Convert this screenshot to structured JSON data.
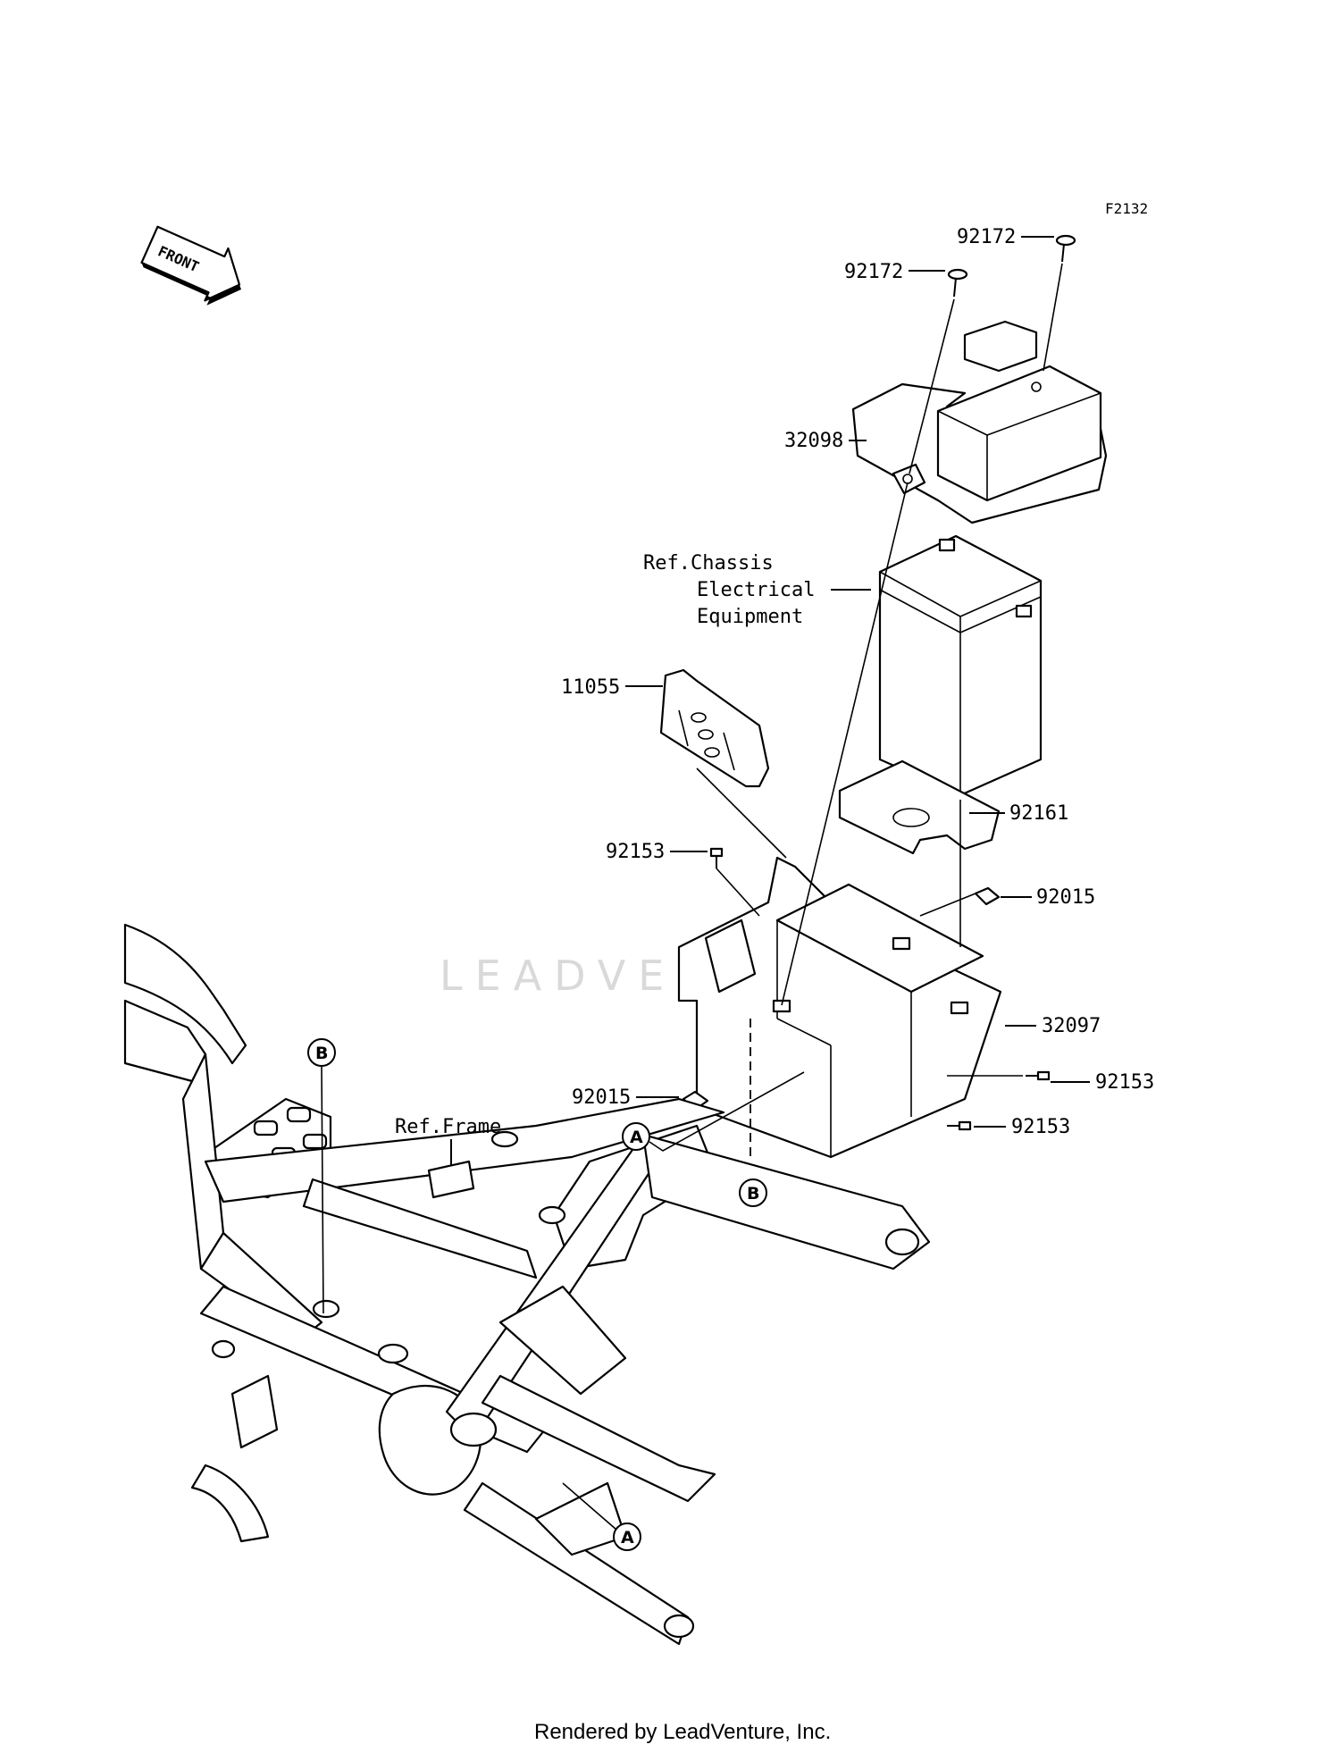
{
  "diagram_code": "F2132",
  "front_arrow_text": "FRONT",
  "watermark": "LEADVENTURE",
  "footer": "Rendered by LeadVenture, Inc.",
  "labels": {
    "p92172_a": "92172",
    "p92172_b": "92172",
    "p32098": "32098",
    "ref_chassis_1": "Ref.Chassis",
    "ref_chassis_2": "Electrical",
    "ref_chassis_3": "Equipment",
    "p11055": "11055",
    "p92161": "92161",
    "p92153_a": "92153",
    "p92015_a": "92015",
    "p32097": "32097",
    "p92153_b": "92153",
    "p92015_b": "92015",
    "p92153_c": "92153",
    "ref_frame": "Ref.Frame"
  },
  "callouts": {
    "A1": "A",
    "A2": "A",
    "B1": "B",
    "B2": "B"
  }
}
